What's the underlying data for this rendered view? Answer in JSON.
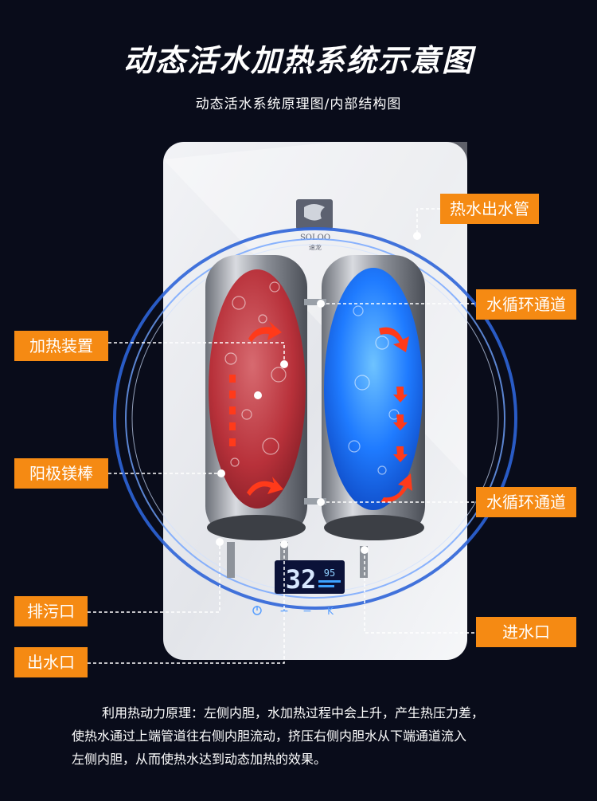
{
  "title": "动态活水加热系统示意图",
  "subtitle": "动态活水系统原理图/内部结构图",
  "brand": {
    "logo_text": "SOLOO",
    "logo_sub": "速龙"
  },
  "display": {
    "big_digits": "32",
    "small_digits": "95"
  },
  "labels": {
    "hot_water_outlet": "热水出水管",
    "circulation_top": "水循环通道",
    "heating_device": "加热装置",
    "anode_rod": "阳极镁棒",
    "circulation_bottom": "水循环通道",
    "drain": "排污口",
    "water_inlet": "进水口",
    "water_outlet": "出水口"
  },
  "description": {
    "line1": "利用热动力原理：左侧内胆，水加热过程中会上升，产生热压力差，",
    "line2": "使热水通过上端管道往右侧内胆流动，挤压右侧内胆水从下端通道流入",
    "line3": "左侧内胆，从而使热水达到动态加热的效果。"
  },
  "colors": {
    "background": "#090c1a",
    "label_bg": "#f58a13",
    "hot_tank": "#c0333a",
    "cold_tank": "#1f7bff",
    "arrow": "#ff3a1a"
  }
}
